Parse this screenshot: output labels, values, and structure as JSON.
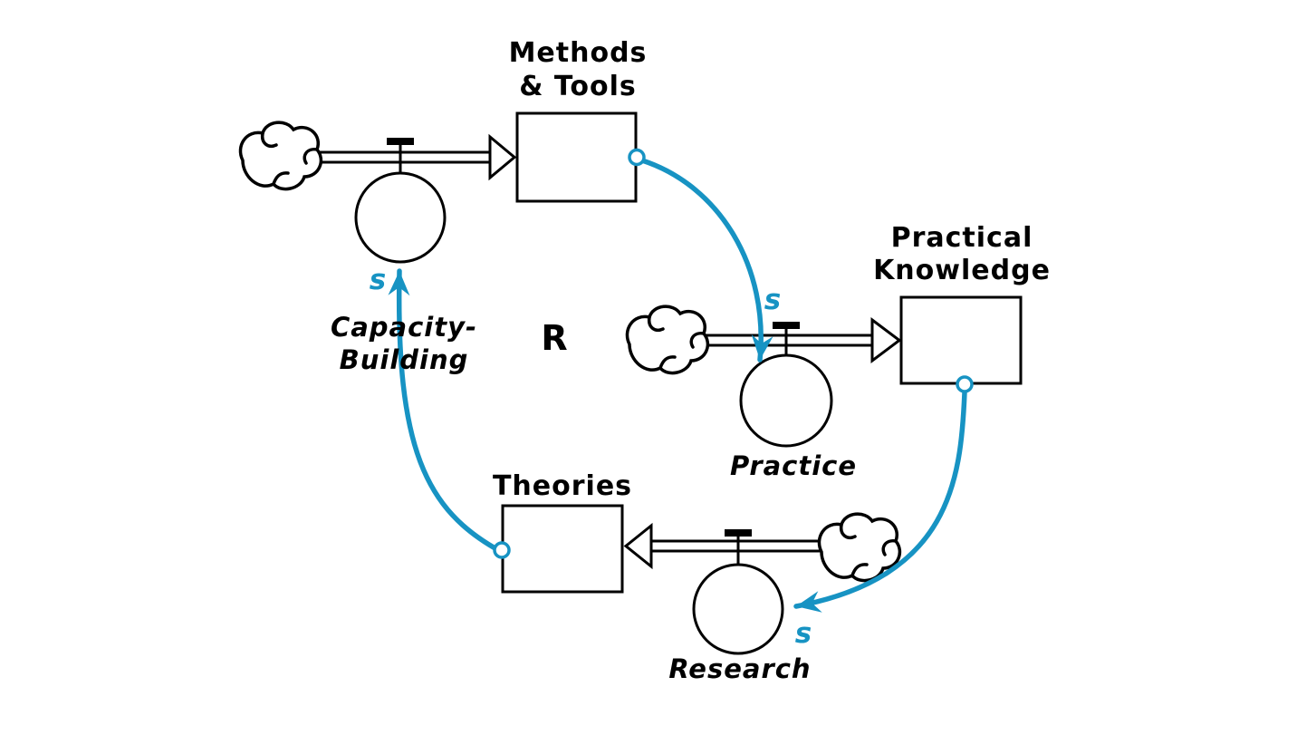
{
  "diagram_type": "stock-and-flow reinforcing loop",
  "colors": {
    "accent_blue": "#1793c3",
    "line_black": "#000000",
    "background": "#ffffff"
  },
  "loop": {
    "label": "R"
  },
  "stocks": {
    "methods_tools": {
      "line1": "Methods",
      "line2": "& Tools"
    },
    "practical_knowledge": {
      "line1": "Practical",
      "line2": "Knowledge"
    },
    "theories": {
      "label": "Theories"
    }
  },
  "flows": {
    "capacity_building": {
      "line1": "Capacity-",
      "line2": "Building"
    },
    "practice": {
      "label": "Practice"
    },
    "research": {
      "label": "Research"
    }
  },
  "links": {
    "methods_to_practice": {
      "polarity": "s"
    },
    "knowledge_to_research": {
      "polarity": "s"
    },
    "theories_to_capacity_building": {
      "polarity": "s"
    }
  },
  "icons": {
    "cloud": "source-sink-cloud-icon",
    "valve": "flow-valve-icon",
    "port": "connector-port-icon"
  }
}
